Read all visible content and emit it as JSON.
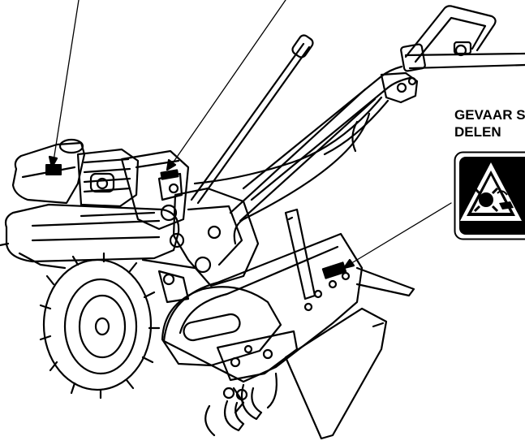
{
  "warning": {
    "line1": "GEVAAR S",
    "line2": "DELEN"
  },
  "icons": {
    "warning_sign": "rotating-tines-hazard-icon",
    "label_decal": "label-decal"
  },
  "colors": {
    "ink": "#000000",
    "paper": "#ffffff"
  }
}
